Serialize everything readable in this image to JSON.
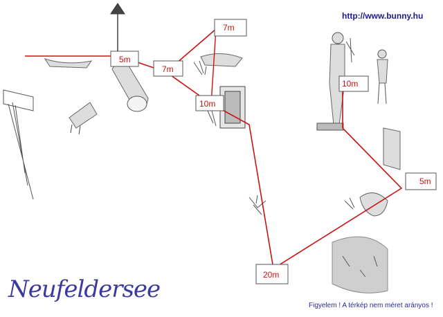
{
  "header": {
    "url": "http://www.bunny.hu"
  },
  "map": {
    "title": "Neufeldersee"
  },
  "footer": {
    "warning": "Figyelem ! A térkép nem méret arányos !"
  },
  "route": {
    "color": "#cc1010",
    "labels": {
      "d1": "5m",
      "d2": "7m",
      "d3": "7m",
      "d4": "10m",
      "d5": "10m",
      "d6": "5m",
      "d7": "20m"
    }
  },
  "icons": {
    "buoy": "buoy-icon",
    "boat": "boat-icon",
    "tunnel": "tunnel-icon",
    "barrel": "barrel-icon",
    "cage": "cage-icon",
    "bicycle": "bicycle-icon",
    "diver": "diver-icon",
    "person": "person-icon",
    "frame": "frame-icon",
    "umbrella": "umbrella-icon",
    "plant": "plant-icon",
    "plank": "plank-icon"
  }
}
